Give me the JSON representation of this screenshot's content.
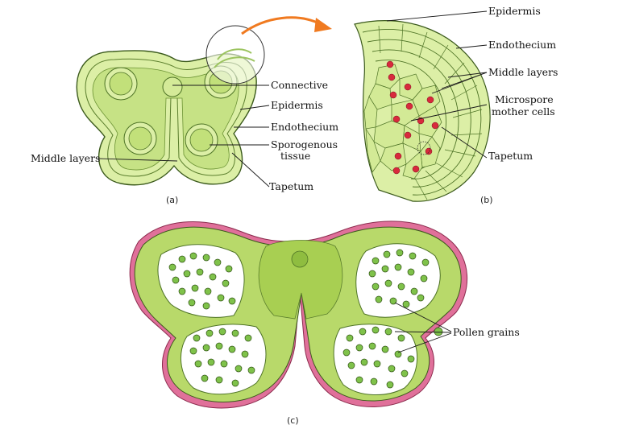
{
  "panel_a": {
    "caption": "(a)",
    "labels": {
      "connective": "Connective",
      "epidermis": "Epidermis",
      "endothecium": "Endothecium",
      "sporogenous_tissue_line1": "Sporogenous",
      "sporogenous_tissue_line2": "tissue",
      "middle_layers": "Middle layers",
      "tapetum": "Tapetum"
    }
  },
  "panel_b": {
    "caption": "(b)",
    "labels": {
      "epidermis": "Epidermis",
      "endothecium": "Endothecium",
      "middle_layers": "Middle layers",
      "microspore_mother_cells_line1": "Microspore",
      "microspore_mother_cells_line2": "mother cells",
      "tapetum": "Tapetum"
    }
  },
  "panel_c": {
    "caption": "(c)",
    "labels": {
      "pollen_grains": "Pollen grains"
    }
  },
  "colors": {
    "tissue_light": "#dcefa6",
    "tissue_mid": "#c2e07a",
    "tissue_dark": "#7fb43a",
    "outline": "#3b5a1c",
    "epidermis_pink": "#e0709a",
    "pollen": "#7fc24a",
    "arrow": "#f07a20",
    "mother_cell_nucleus": "#d82a3c"
  }
}
